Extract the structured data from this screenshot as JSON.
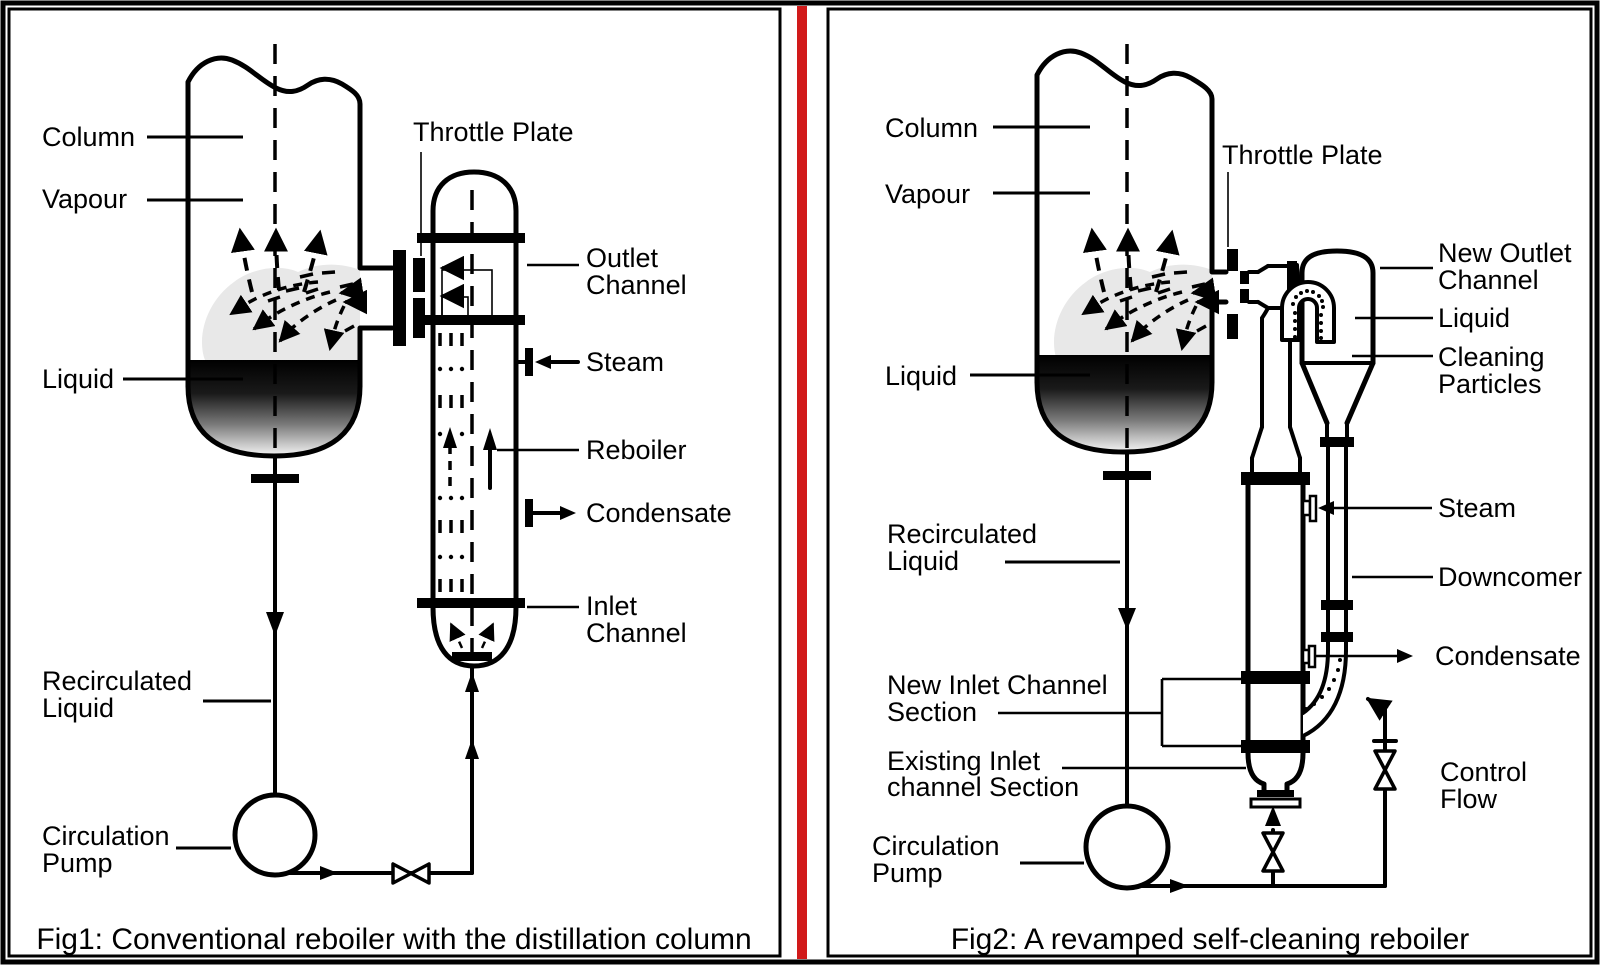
{
  "figure1": {
    "caption": "Fig1: Conventional reboiler with the distillation column",
    "labels": {
      "column": "Column",
      "vapour": "Vapour",
      "liquid": "Liquid",
      "recirculated_1": "Recirculated",
      "recirculated_2": "Liquid",
      "pump_1": "Circulation",
      "pump_2": "Pump",
      "throttle_plate": "Throttle Plate",
      "outlet_1": "Outlet",
      "outlet_2": "Channel",
      "steam": "Steam",
      "reboiler": "Reboiler",
      "condensate": "Condensate",
      "inlet_1": "Inlet",
      "inlet_2": "Channel"
    }
  },
  "figure2": {
    "caption": "Fig2: A revamped self-cleaning reboiler",
    "labels": {
      "column": "Column",
      "vapour": "Vapour",
      "liquid": "Liquid",
      "recirculated_1": "Recirculated",
      "recirculated_2": "Liquid",
      "new_inlet_1": "New Inlet Channel",
      "new_inlet_2": "Section",
      "existing_inlet_1": "Existing Inlet",
      "existing_inlet_2": "channel Section",
      "pump_1": "Circulation",
      "pump_2": "Pump",
      "throttle_plate": "Throttle Plate",
      "new_outlet_1": "New Outlet",
      "new_outlet_2": "Channel",
      "outlet_liquid": "Liquid",
      "cleaning_1": "Cleaning",
      "cleaning_2": "Particles",
      "steam": "Steam",
      "downcomer": "Downcomer",
      "condensate": "Condensate",
      "control_1": "Control",
      "control_2": "Flow"
    }
  },
  "colors": {
    "divider": "#d11a1a",
    "ink": "#000000",
    "cloud": "#e8e8e8"
  }
}
